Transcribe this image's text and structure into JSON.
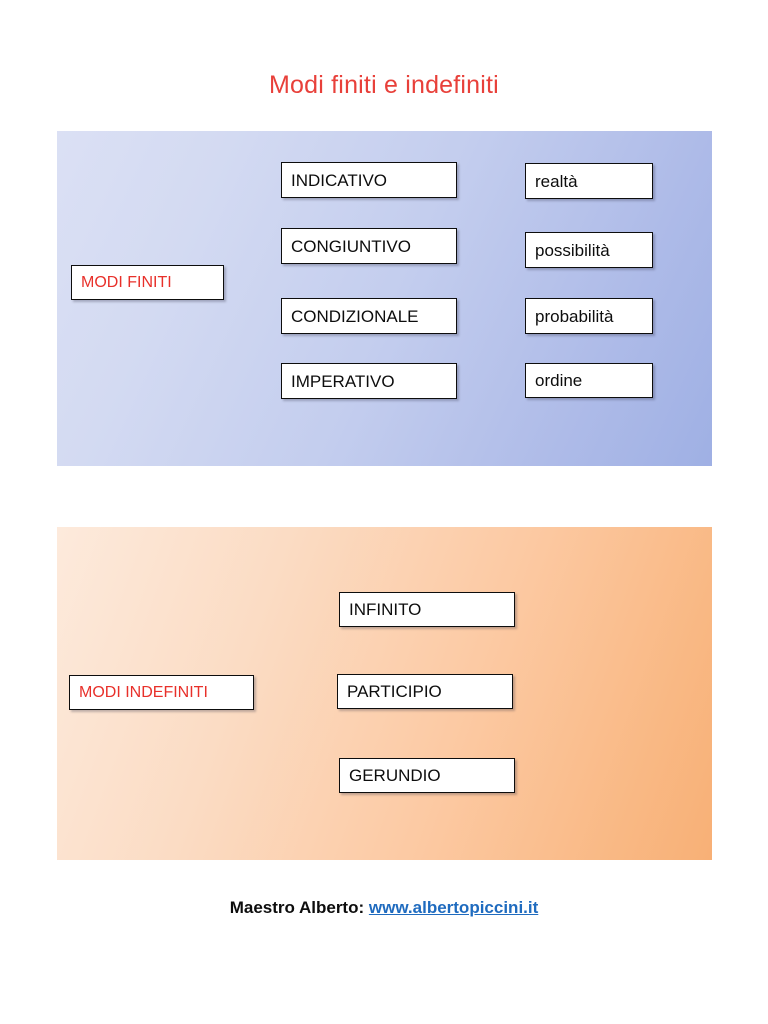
{
  "title": "Modi finiti e indefiniti",
  "finite_panel": {
    "group_label": "MODI FINITI",
    "accent_color": "#e8302a",
    "modes": [
      {
        "name": "INDICATIVO",
        "meaning": "realtà"
      },
      {
        "name": "CONGIUNTIVO",
        "meaning": "possibilità"
      },
      {
        "name": "CONDIZIONALE",
        "meaning": "probabilità"
      },
      {
        "name": "IMPERATIVO",
        "meaning": "ordine"
      }
    ]
  },
  "indefinite_panel": {
    "group_label": "MODI INDEFINITI",
    "accent_color": "#e8302a",
    "modes": [
      {
        "name": "INFINITO"
      },
      {
        "name": "PARTICIPIO"
      },
      {
        "name": "GERUNDIO"
      }
    ]
  },
  "footer": {
    "credit": "Maestro Alberto: ",
    "link_text": "www.albertopiccini.it",
    "link_color": "#1f6bbf"
  },
  "colors": {
    "title": "#e8403a",
    "finite_panel_from": "#dbe0f4",
    "finite_panel_to": "#9fb0e4",
    "indefinite_panel_from": "#fdeadc",
    "indefinite_panel_to": "#f8b076",
    "box_border": "#0d0d0d",
    "box_fill": "#ffffff"
  }
}
